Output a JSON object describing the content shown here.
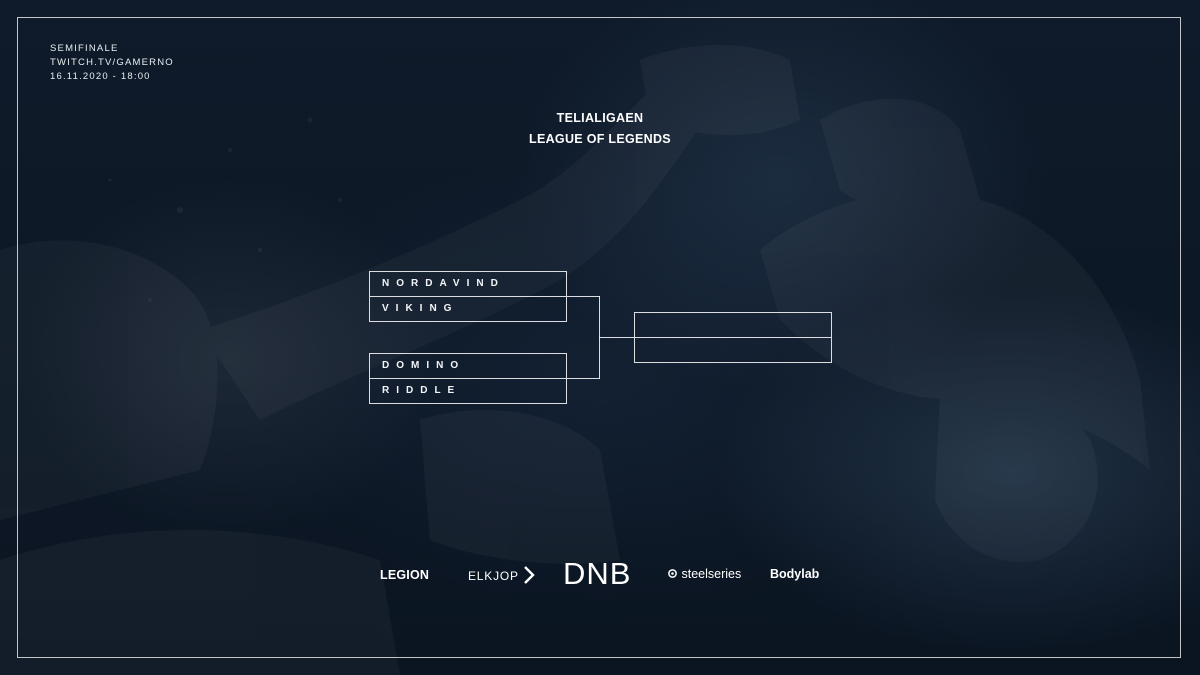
{
  "info": {
    "round": "SEMIFINALE",
    "channel": "TWITCH.TV/GAMERNO",
    "datetime": "16.11.2020 - 18:00"
  },
  "title": {
    "line1": "TELIALIGAEN",
    "line2": "LEAGUE OF LEGENDS"
  },
  "bracket": {
    "semifinal_1": {
      "team_a": "NORDAVIND",
      "team_b": "VIKING"
    },
    "semifinal_2": {
      "team_a": "DOMINO",
      "team_b": "RIDDLE"
    },
    "final": {
      "team_a": "",
      "team_b": ""
    }
  },
  "sponsors": {
    "legion": "LEGION",
    "elkjop": "ELKJOP",
    "dnb": "DNB",
    "steelseries": "steelseries",
    "bodylab": "Bodylab"
  },
  "colors": {
    "background": "#0d1826",
    "frame": "#ffffff",
    "text": "#ffffff"
  }
}
